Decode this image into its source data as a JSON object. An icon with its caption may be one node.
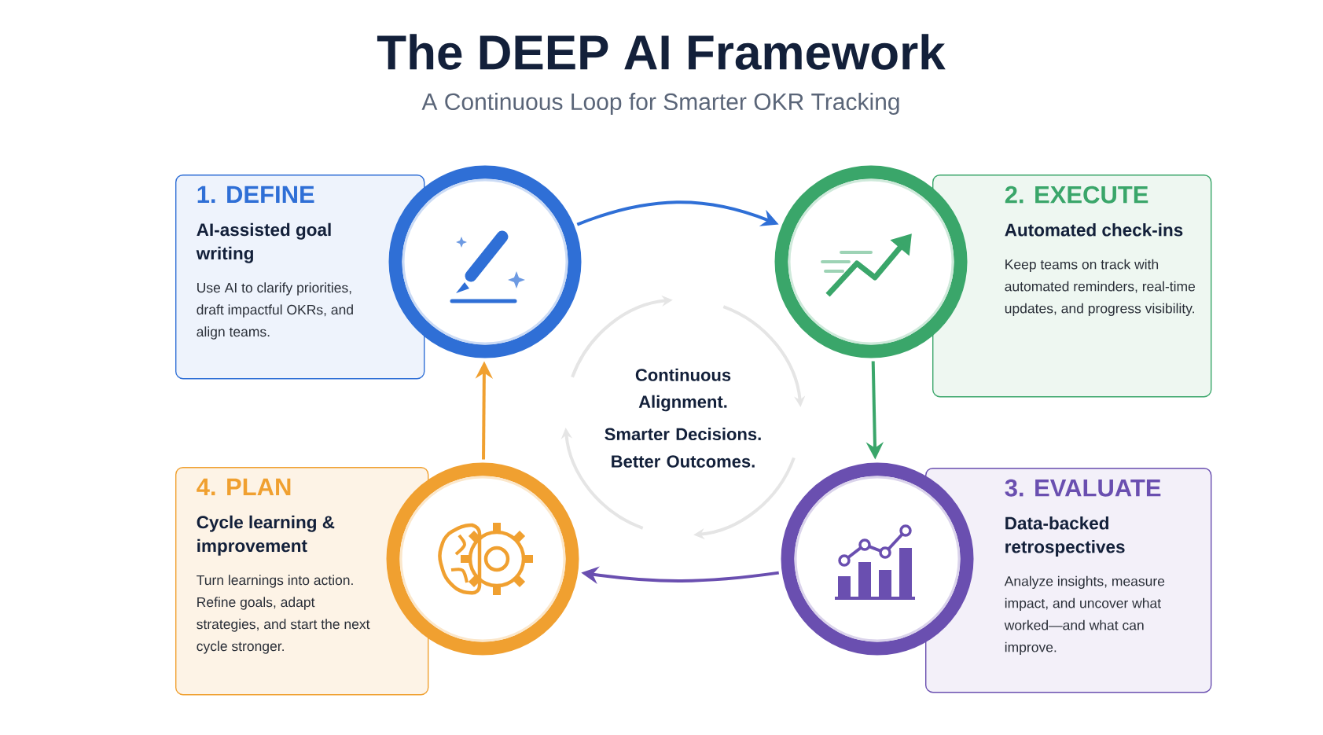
{
  "diagram": {
    "title": "The DEEP AI Framework",
    "caption": "A Continuous Loop for Smarter OKR Tracking",
    "nodes": [
      {
        "text": [
          "1. DEFINE",
          "AI-assisted goal writing",
          "Use AI to clarify priorities, draft impactful OKRs, and align teams."
        ]
      },
      {
        "text": [],
        "shape": "circle"
      },
      {
        "text": [],
        "shape": "circle"
      },
      {
        "text": [
          "2. EXECUTE",
          "Automated check-ins",
          "Keep teams on track with automated reminders, real-time updates, and progress visibility."
        ]
      },
      {
        "text": [
          "4. PLAN",
          "Cycle learning & improvement",
          "Turn learnings into action. Refine goals, adapt strategies, and start the next cycle stronger."
        ]
      },
      {
        "text": [],
        "shape": "circle"
      },
      {
        "text": [],
        "shape": "circle"
      },
      {
        "text": [
          "3. EVALUATE",
          "Data-backed retrospectives",
          "Analyze insights, measure impact, and uncover what worked—and what can improve."
        ]
      }
    ],
    "edges": [
      {
        "from": 1,
        "to": 2,
        "arrow": "to",
        "color": "#2f6fd6"
      },
      {
        "from": 2,
        "to": 6,
        "arrow": "to",
        "color": "#3aa66a"
      },
      {
        "from": 6,
        "to": 5,
        "arrow": "to",
        "color": "#6a4fb0"
      },
      {
        "from": 5,
        "to": 1,
        "arrow": "to",
        "color": "#f0a030"
      }
    ],
    "labels": [
      "Continuous Alignment.",
      "Smarter Decisions.",
      "Better Outcomes."
    ]
  }
}
